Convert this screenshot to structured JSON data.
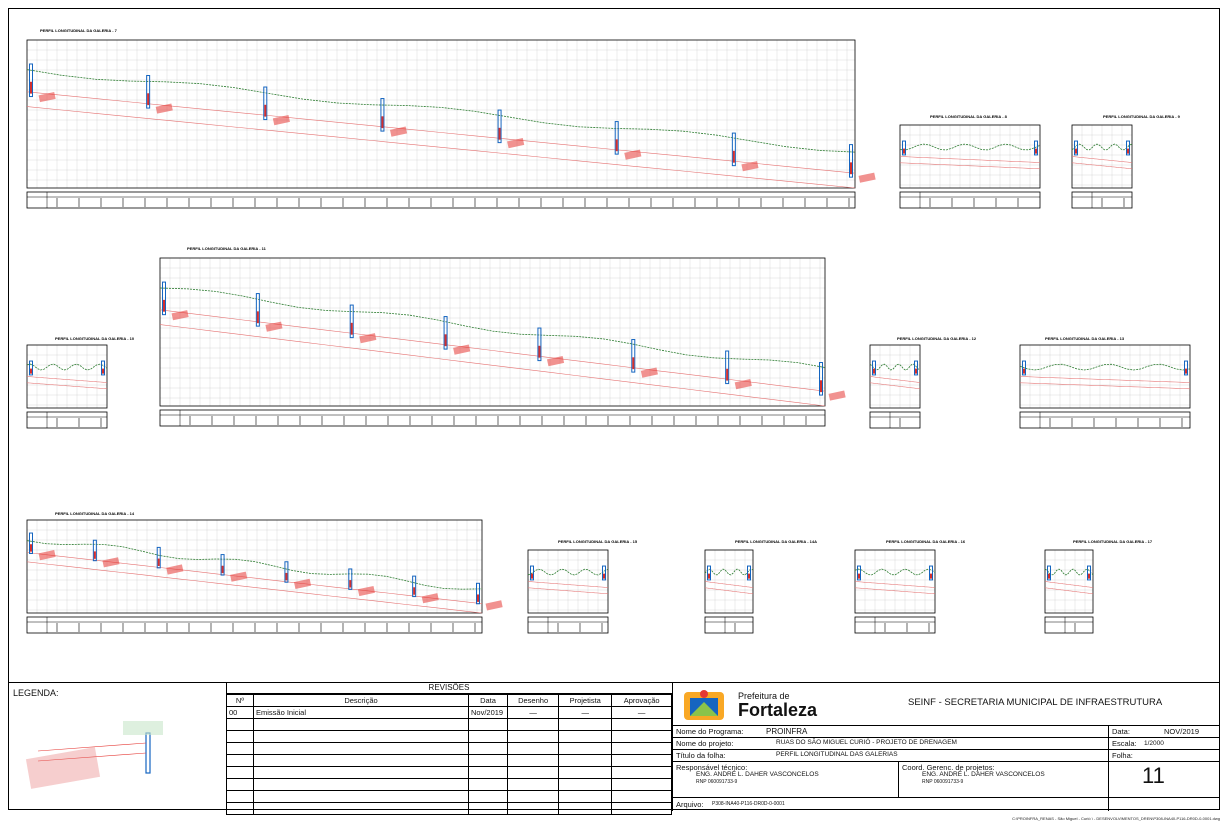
{
  "galleries": [
    {
      "title": "PERFIL LONGITUDINAL DA GALERIA - 7",
      "type": "long"
    },
    {
      "title": "PERFIL LONGITUDINAL DA GALERIA - 8",
      "type": "small"
    },
    {
      "title": "PERFIL LONGITUDINAL DA GALERIA - 9",
      "type": "tiny"
    },
    {
      "title": "PERFIL LONGITUDINAL DA GALERIA - 11",
      "type": "long"
    },
    {
      "title": "PERFIL LONGITUDINAL DA GALERIA - 10",
      "type": "small"
    },
    {
      "title": "PERFIL LONGITUDINAL DA GALERIA - 12",
      "type": "tiny"
    },
    {
      "title": "PERFIL LONGITUDINAL DA GALERIA - 13",
      "type": "small"
    },
    {
      "title": "PERFIL LONGITUDINAL DA GALERIA - 14",
      "type": "long"
    },
    {
      "title": "PERFIL LONGITUDINAL DA GALERIA - 15",
      "type": "small"
    },
    {
      "title": "PERFIL LONGITUDINAL DA GALERIA - 14A",
      "type": "tiny"
    },
    {
      "title": "PERFIL LONGITUDINAL DA GALERIA - 16",
      "type": "small"
    },
    {
      "title": "PERFIL LONGITUDINAL DA GALERIA - 17",
      "type": "tiny"
    }
  ],
  "legend": {
    "label": "LEGENDA:"
  },
  "revisions": {
    "title": "REVISÕES",
    "headers": [
      "Nº",
      "Descrição",
      "Data",
      "Desenho",
      "Projetista",
      "Aprovação"
    ],
    "rows": [
      [
        "00",
        "Emissão Inicial",
        "Nov/2019",
        "—",
        "—",
        "—"
      ]
    ]
  },
  "titleblock": {
    "logo_small": "Prefeitura de",
    "logo_big": "Fortaleza",
    "org": "SEINF - SECRETARIA MUNICIPAL DE INFRAESTRUTURA",
    "program_label": "Nome do Programa:",
    "program": "PROINFRA",
    "project_label": "Nome do projeto:",
    "project": "RUAS DO SÃO MIGUEL CURIÓ - PROJETO DE DRENAGEM",
    "sheet_title_label": "Título da folha:",
    "sheet_title": "PERFIL LONGITUDINAL DAS GALERIAS",
    "date_label": "Data:",
    "date": "NOV/2019",
    "scale_label": "Escala:",
    "scale": "1/2000",
    "sheet_label": "Folha:",
    "sheet": "11",
    "resp_label": "Responsável técnico:",
    "resp_name": "ENG. ANDRÉ L. DAHER VASCONCELOS",
    "resp_rnp": "RNP 060091733-9",
    "coord_label": "Coord. Gerenc. de projetos:",
    "coord_name": "ENG. ANDRÉ L. DAHER VASCONCELOS",
    "coord_rnp": "RNP 060091733-9",
    "file_label": "Arquivo:",
    "file": "P308-INA40-P116-DR0D-0-0001",
    "footer": "C:\\PROINFRA_RENAS - São Miguel - Curió \\ - DESENVOLVIMENTOS_DREN\\P308-INA40-P116-DR0D-0-0001.dwg"
  }
}
